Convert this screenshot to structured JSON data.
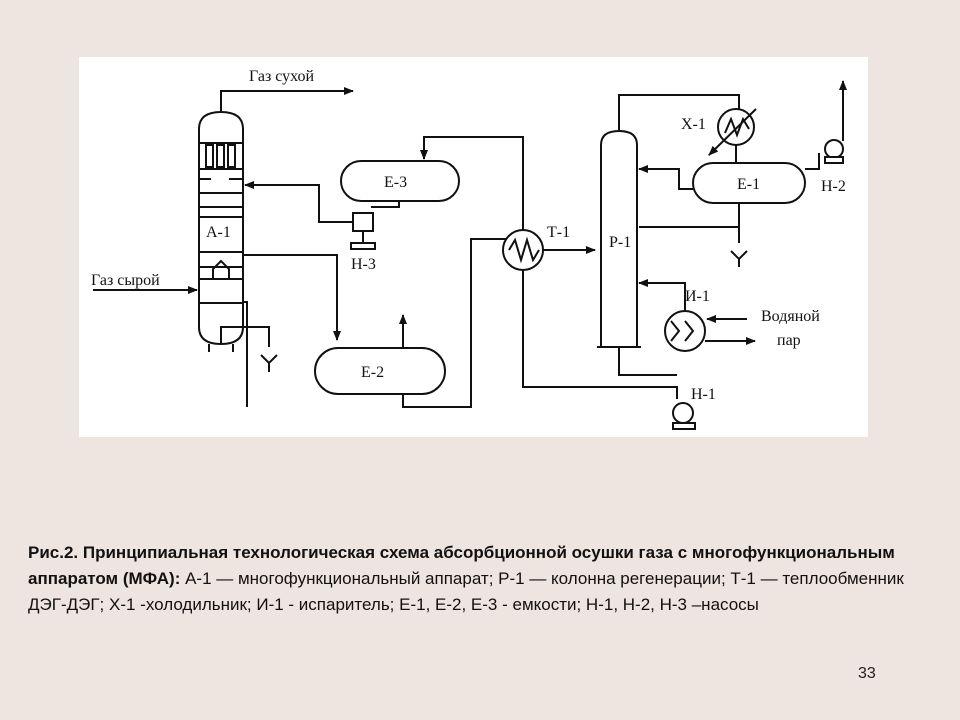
{
  "diagram": {
    "labels": {
      "gas_dry": "Газ сухой",
      "gas_raw": "Газ сырой",
      "a1": "А-1",
      "e3": "Е-3",
      "h3": "Н-3",
      "e2": "Е-2",
      "t1": "Т-1",
      "p1": "Р-1",
      "x1": "Х-1",
      "e1": "Е-1",
      "h2": "Н-2",
      "i1": "И-1",
      "steam_line1": "Водяной",
      "steam_line2": "пар",
      "h1": "Н-1"
    }
  },
  "caption": {
    "bold": "Рис.2. Принципиальная технологическая схема абсорбционной осушки газа с многофункциональным аппаратом (МФА):",
    "text": " А-1 — многофункциональный аппарат; Р-1 — колонна регенерации; Т-1 — теплообменник ДЭГ-ДЭГ; Х-1 -холодильник; И-1 - испаритель; Е-1, Е-2, Е-3 - емкости; Н-1, Н-2, Н-3 –насосы"
  },
  "page_number": "33"
}
